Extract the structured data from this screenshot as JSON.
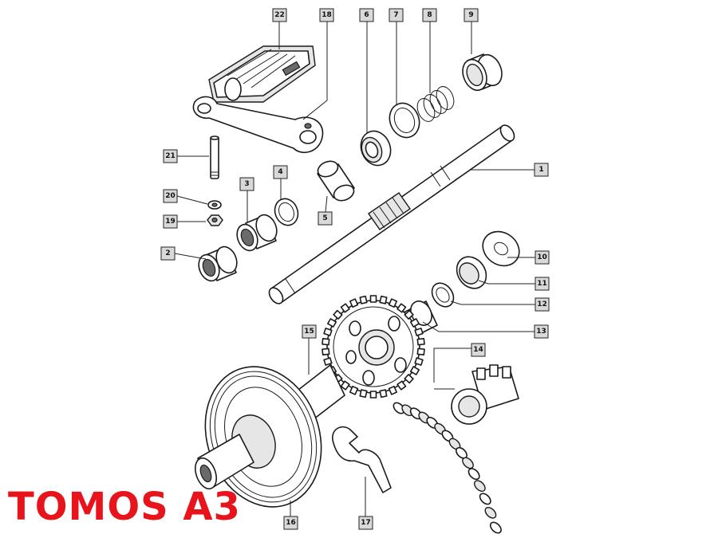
{
  "brand": {
    "text": "TOMOS A3",
    "color": "#e8141b"
  },
  "callouts": [
    {
      "id": "1",
      "text": "1"
    },
    {
      "id": "2",
      "text": "2"
    },
    {
      "id": "3",
      "text": "3"
    },
    {
      "id": "4",
      "text": "4"
    },
    {
      "id": "5",
      "text": "5"
    },
    {
      "id": "6",
      "text": "6"
    },
    {
      "id": "7",
      "text": "7"
    },
    {
      "id": "8",
      "text": "8"
    },
    {
      "id": "9",
      "text": "9"
    },
    {
      "id": "10",
      "text": "10"
    },
    {
      "id": "11",
      "text": "11"
    },
    {
      "id": "12",
      "text": "12"
    },
    {
      "id": "13",
      "text": "13"
    },
    {
      "id": "14",
      "text": "14"
    },
    {
      "id": "15",
      "text": "15"
    },
    {
      "id": "16",
      "text": "16"
    },
    {
      "id": "17",
      "text": "17"
    },
    {
      "id": "18",
      "text": "18"
    },
    {
      "id": "19",
      "text": "19"
    },
    {
      "id": "20",
      "text": "20"
    },
    {
      "id": "21",
      "text": "21"
    },
    {
      "id": "22",
      "text": "22"
    }
  ]
}
